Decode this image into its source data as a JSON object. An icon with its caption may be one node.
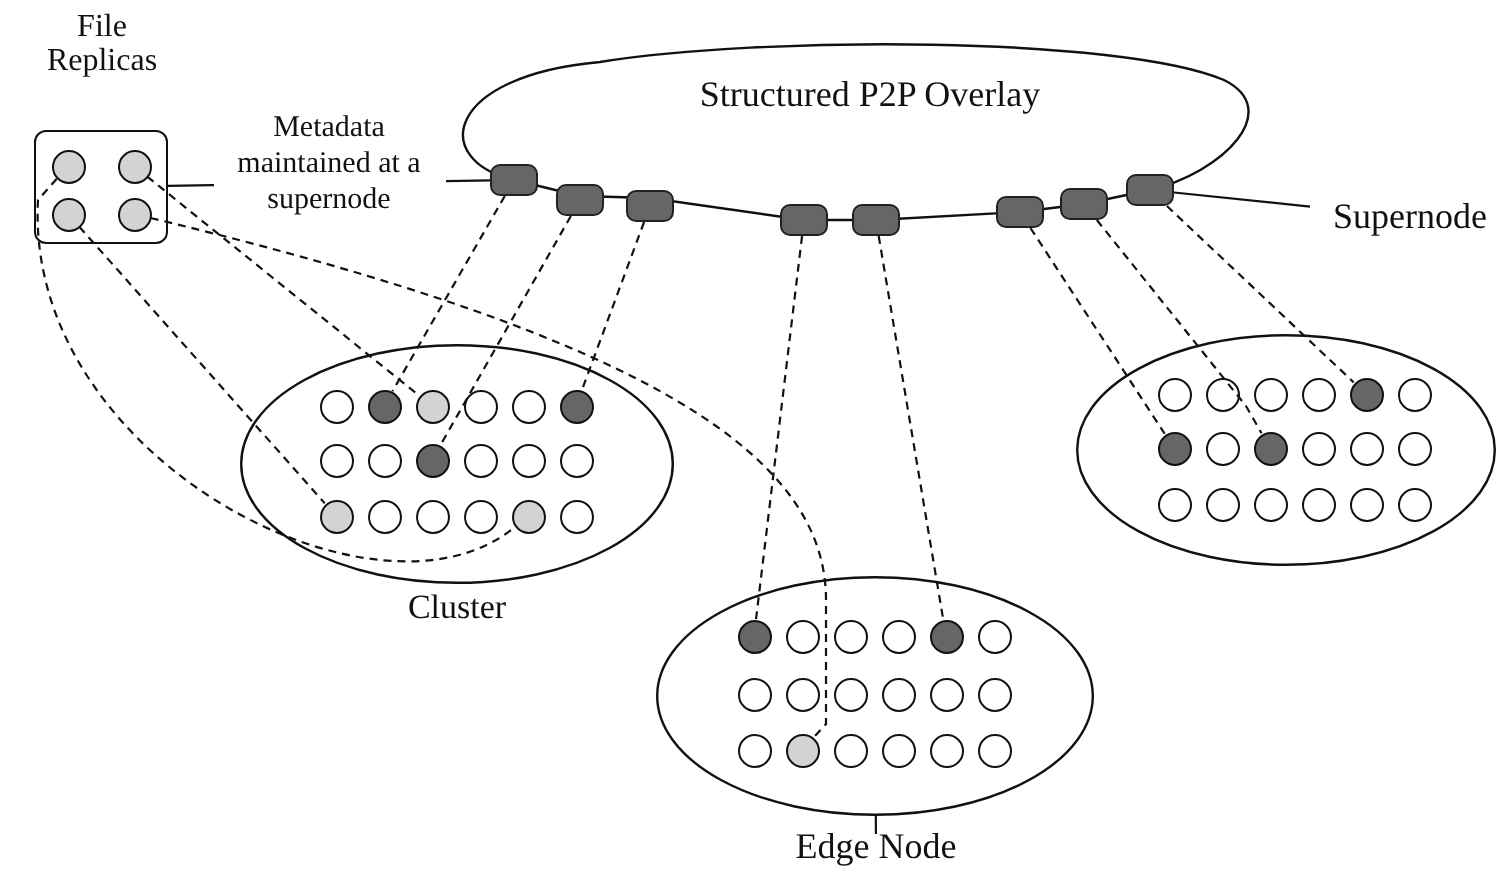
{
  "diagram": {
    "nodes": [
      {
        "text": [
          "Structured P2P Overlay"
        ]
      },
      {
        "text": [
          "File Replicas"
        ]
      },
      {
        "text": [],
        "shape": "circle",
        "in": 1
      },
      {
        "text": [],
        "shape": "circle",
        "in": 1
      },
      {
        "text": [],
        "shape": "circle",
        "in": 1
      },
      {
        "text": [],
        "shape": "circle",
        "in": 1
      },
      {
        "text": [],
        "shape": "box"
      },
      {
        "text": [],
        "shape": "box"
      },
      {
        "text": [],
        "shape": "box"
      },
      {
        "text": [],
        "shape": "box"
      },
      {
        "text": [],
        "shape": "box"
      },
      {
        "text": [],
        "shape": "box"
      },
      {
        "text": [],
        "shape": "box"
      },
      {
        "text": [],
        "shape": "box"
      },
      {
        "text": [
          "Supernode"
        ]
      },
      {
        "text": [
          "Cluster"
        ]
      },
      {
        "text": [],
        "shape": "circle",
        "in": 15
      },
      {
        "text": [],
        "shape": "circle",
        "in": 15
      },
      {
        "text": [],
        "shape": "circle",
        "in": 15
      },
      {
        "text": [],
        "shape": "circle",
        "in": 15
      },
      {
        "text": [],
        "shape": "circle",
        "in": 15
      },
      {
        "text": [],
        "shape": "circle",
        "in": 15
      },
      {
        "text": [],
        "shape": "circle",
        "in": 15
      },
      {
        "text": [],
        "shape": "circle",
        "in": 15
      },
      {
        "text": [],
        "shape": "circle",
        "in": 15
      },
      {
        "text": [],
        "shape": "circle",
        "in": 15
      },
      {
        "text": [],
        "shape": "circle",
        "in": 15
      },
      {
        "text": [],
        "shape": "circle",
        "in": 15
      },
      {
        "text": [],
        "shape": "circle",
        "in": 15
      },
      {
        "text": [],
        "shape": "circle",
        "in": 15
      },
      {
        "text": [],
        "shape": "circle",
        "in": 15
      },
      {
        "text": [],
        "shape": "circle",
        "in": 15
      },
      {
        "text": [],
        "shape": "circle",
        "in": 15
      },
      {
        "text": [],
        "shape": "circle",
        "in": 15
      },
      {
        "text": [],
        "shape": "ellipse"
      },
      {
        "text": [],
        "shape": "circle",
        "in": 34
      },
      {
        "text": [],
        "shape": "circle",
        "in": 34
      },
      {
        "text": [],
        "shape": "circle",
        "in": 34
      },
      {
        "text": [],
        "shape": "circle",
        "in": 34
      },
      {
        "text": [],
        "shape": "circle",
        "in": 34
      },
      {
        "text": [],
        "shape": "circle",
        "in": 34
      },
      {
        "text": [],
        "shape": "circle",
        "in": 34
      },
      {
        "text": [],
        "shape": "circle",
        "in": 34
      },
      {
        "text": [],
        "shape": "circle",
        "in": 34
      },
      {
        "text": [],
        "shape": "circle",
        "in": 34
      },
      {
        "text": [],
        "shape": "circle",
        "in": 34
      },
      {
        "text": [],
        "shape": "circle",
        "in": 34
      },
      {
        "text": [],
        "shape": "circle",
        "in": 34
      },
      {
        "text": [],
        "shape": "circle",
        "in": 34
      },
      {
        "text": [],
        "shape": "circle",
        "in": 34
      },
      {
        "text": [],
        "shape": "circle",
        "in": 34
      },
      {
        "text": [],
        "shape": "circle",
        "in": 34
      },
      {
        "text": [],
        "shape": "circle",
        "in": 34
      },
      {
        "text": [
          "Edge Node"
        ]
      },
      {
        "text": [],
        "shape": "ellipse"
      },
      {
        "text": [],
        "shape": "circle",
        "in": 54
      },
      {
        "text": [],
        "shape": "circle",
        "in": 54
      },
      {
        "text": [],
        "shape": "circle",
        "in": 54
      },
      {
        "text": [],
        "shape": "circle",
        "in": 54
      },
      {
        "text": [],
        "shape": "circle",
        "in": 54
      },
      {
        "text": [],
        "shape": "circle",
        "in": 54
      },
      {
        "text": [],
        "shape": "circle",
        "in": 54
      },
      {
        "text": [],
        "shape": "circle",
        "in": 54
      },
      {
        "text": [],
        "shape": "circle",
        "in": 54
      },
      {
        "text": [],
        "shape": "circle",
        "in": 54
      },
      {
        "text": [],
        "shape": "circle",
        "in": 54
      },
      {
        "text": [],
        "shape": "circle",
        "in": 54
      },
      {
        "text": [],
        "shape": "circle",
        "in": 54
      },
      {
        "text": [],
        "shape": "circle",
        "in": 54
      },
      {
        "text": [],
        "shape": "circle",
        "in": 54
      },
      {
        "text": [],
        "shape": "circle",
        "in": 54
      },
      {
        "text": [],
        "shape": "circle",
        "in": 54
      },
      {
        "text": [],
        "shape": "circle",
        "in": 54
      }
    ],
    "edges": [
      {
        "from": 1,
        "to": 6,
        "arrow": "none",
        "label": "Metadata maintained at a supernode"
      },
      {
        "from": 14,
        "to": 13,
        "arrow": "none"
      },
      {
        "from": 53,
        "to": 34,
        "arrow": "none"
      },
      {
        "from": 6,
        "to": 17,
        "arrow": "none",
        "style": "dashed"
      },
      {
        "from": 7,
        "to": 24,
        "arrow": "none",
        "style": "dashed"
      },
      {
        "from": 8,
        "to": 21,
        "arrow": "none",
        "style": "dashed"
      },
      {
        "from": 9,
        "to": 35,
        "arrow": "none",
        "style": "dashed"
      },
      {
        "from": 10,
        "to": 39,
        "arrow": "none",
        "style": "dashed"
      },
      {
        "from": 11,
        "to": 61,
        "arrow": "none",
        "style": "dashed"
      },
      {
        "from": 12,
        "to": 63,
        "arrow": "none",
        "style": "dashed"
      },
      {
        "from": 13,
        "to": 59,
        "arrow": "none",
        "style": "dashed"
      },
      {
        "from": 2,
        "to": 32,
        "arrow": "none",
        "style": "dashed"
      },
      {
        "from": 4,
        "to": 28,
        "arrow": "none",
        "style": "dashed"
      },
      {
        "from": 3,
        "to": 18,
        "arrow": "none",
        "style": "dashed"
      },
      {
        "from": 5,
        "to": 48,
        "arrow": "none",
        "style": "dashed"
      }
    ]
  }
}
